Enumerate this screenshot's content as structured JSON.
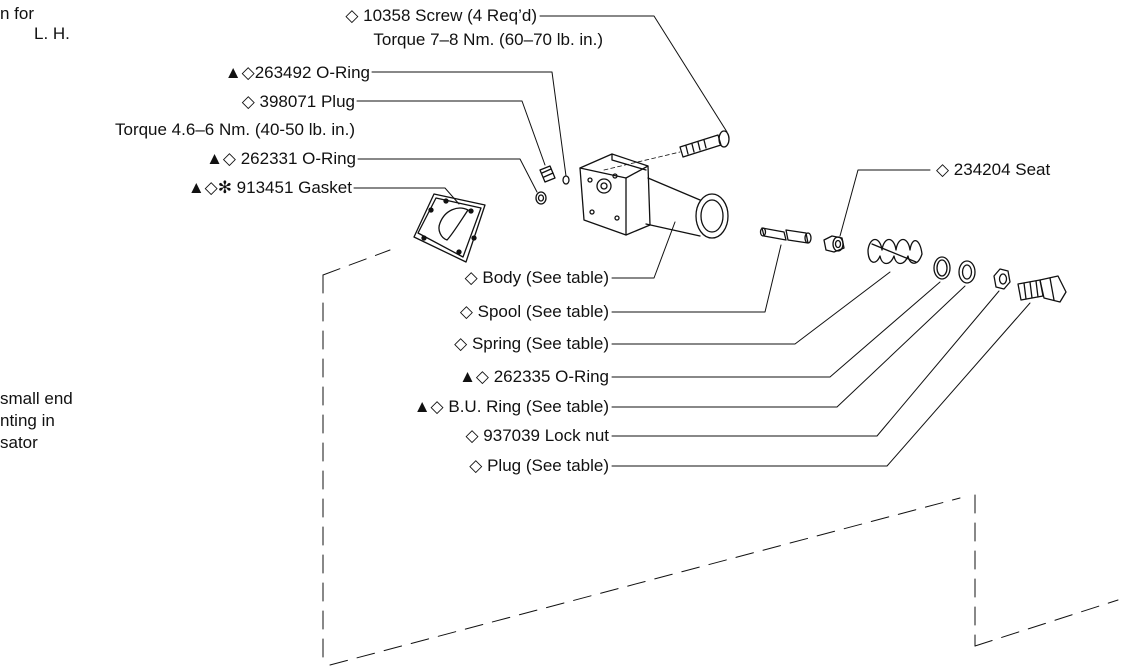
{
  "note_top_left": [
    "n for",
    "L. H."
  ],
  "note_mid_left": [
    "small end",
    "nting in",
    "sator"
  ],
  "callouts": {
    "screw": {
      "line1": "◇ 10358 Screw (4 Req’d)",
      "line2": "Torque 7–8 Nm. (60–70 lb. in.)"
    },
    "oring_263492": "▲◇263492 O-Ring",
    "plug_398071": {
      "line1": "◇ 398071 Plug",
      "line2": "Torque 4.6–6 Nm. (40-50 lb. in.)"
    },
    "oring_262331": "▲◇ 262331 O-Ring",
    "gasket": "▲◇✻ 913451 Gasket",
    "seat": "◇ 234204 Seat",
    "body": "◇ Body (See table)",
    "spool": "◇ Spool (See table)",
    "spring": "◇ Spring (See table)",
    "oring_262335": "▲◇ 262335 O-Ring",
    "bu_ring": "▲◇ B.U. Ring (See table)",
    "lock_nut": "◇ 937039 Lock nut",
    "plug_table": "◇ Plug (See table)"
  },
  "colors": {
    "ink": "#111111",
    "paper": "#ffffff"
  }
}
